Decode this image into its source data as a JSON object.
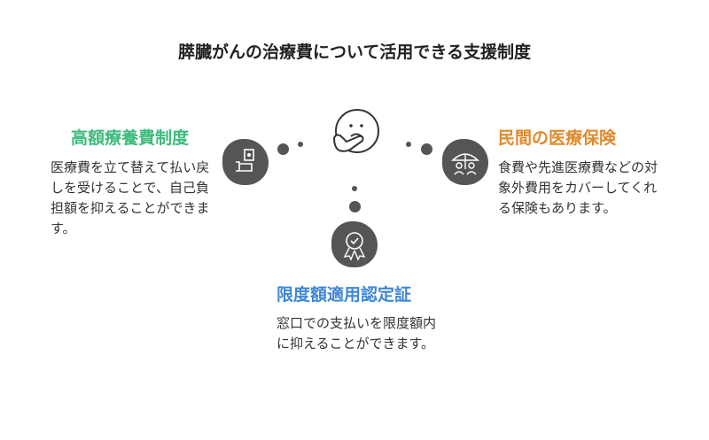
{
  "title": "膵臓がんの治療費について活用できる支援制度",
  "left": {
    "heading": "高額療養費制度",
    "text": "医療費を立て替えて払い戻しを受けることで、自己負担額を抑えることができます。",
    "color": "#3dbb7d",
    "icon": "money-hand-icon"
  },
  "right": {
    "heading": "民間の医療保険",
    "text": "食費や先進医療費などの対象外費用をカバーしてくれる保険もあります。",
    "color": "#e08a2e",
    "icon": "umbrella-family-icon"
  },
  "bottom": {
    "heading": "限度額適用認定証",
    "text": "窓口での支払いを限度額内に抑えることができます。",
    "color": "#3f87d6",
    "icon": "award-badge-icon"
  },
  "center_icon": "thinking-face-icon"
}
